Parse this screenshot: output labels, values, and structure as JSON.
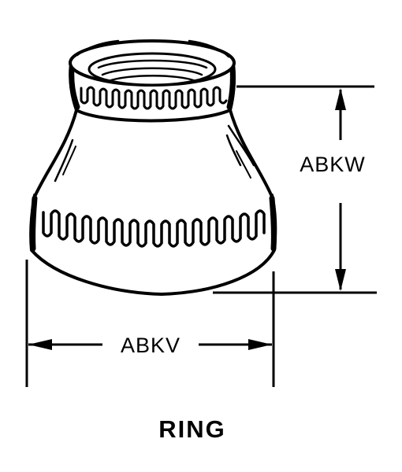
{
  "diagram": {
    "part_name": "RING",
    "dimensions": {
      "height_label": "ABKW",
      "width_label": "ABKV"
    }
  }
}
